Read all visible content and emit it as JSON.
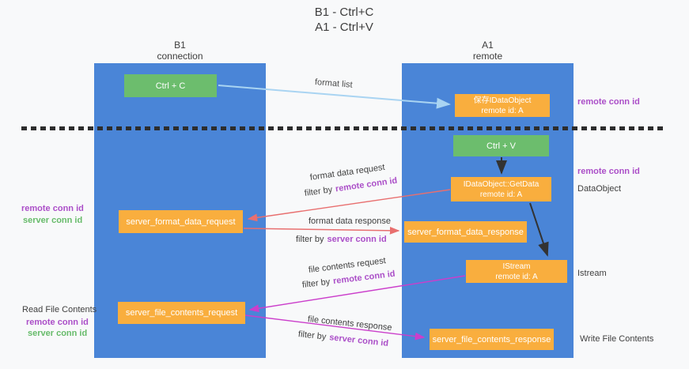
{
  "title": {
    "line1": "B1 - Ctrl+C",
    "line2": "A1 - Ctrl+V"
  },
  "lanes": {
    "left": {
      "name": "B1",
      "role": "connection"
    },
    "right": {
      "name": "A1",
      "role": "remote"
    }
  },
  "nodes": {
    "ctrl_c": "Ctrl + C",
    "ctrl_v": "Ctrl + V",
    "save_dataobject_line1": "保存IDataObject",
    "save_dataobject_line2": "remote id: A",
    "getdata_line1": "IDataObject::GetData",
    "getdata_line2": "remote id: A",
    "istream_line1": "IStream",
    "istream_line2": "remote id: A",
    "format_request": "server_format_data_request",
    "format_response": "server_format_data_response",
    "file_request": "server_file_contents_request",
    "file_response": "server_file_contents_response"
  },
  "side_labels": {
    "remote_conn_id": "remote conn id",
    "server_conn_id": "server conn id",
    "dataobject": "DataObject",
    "istream": "Istream",
    "read_file_contents": "Read File Contents",
    "write_file_contents": "Write File Contents"
  },
  "arrow_labels": {
    "format_list": "format list",
    "format_data_request": "format data request",
    "format_data_response": "format data response",
    "file_contents_request": "file contents request",
    "file_contents_response": "file contents response",
    "filter_by": "filter by",
    "remote_conn_id": "remote conn id",
    "server_conn_id": "server conn id"
  },
  "colors": {
    "lane_blue": "#4a85d7",
    "box_green": "#6cbd6d",
    "box_orange": "#f9ae3e",
    "purple_text": "#ab4fc8",
    "green_text": "#67bb6a",
    "red_arrow": "#e86f6f",
    "magenta_arrow": "#cb3ecb",
    "light_blue_arrow": "#a9d4f2",
    "black_arrow": "#333333"
  }
}
